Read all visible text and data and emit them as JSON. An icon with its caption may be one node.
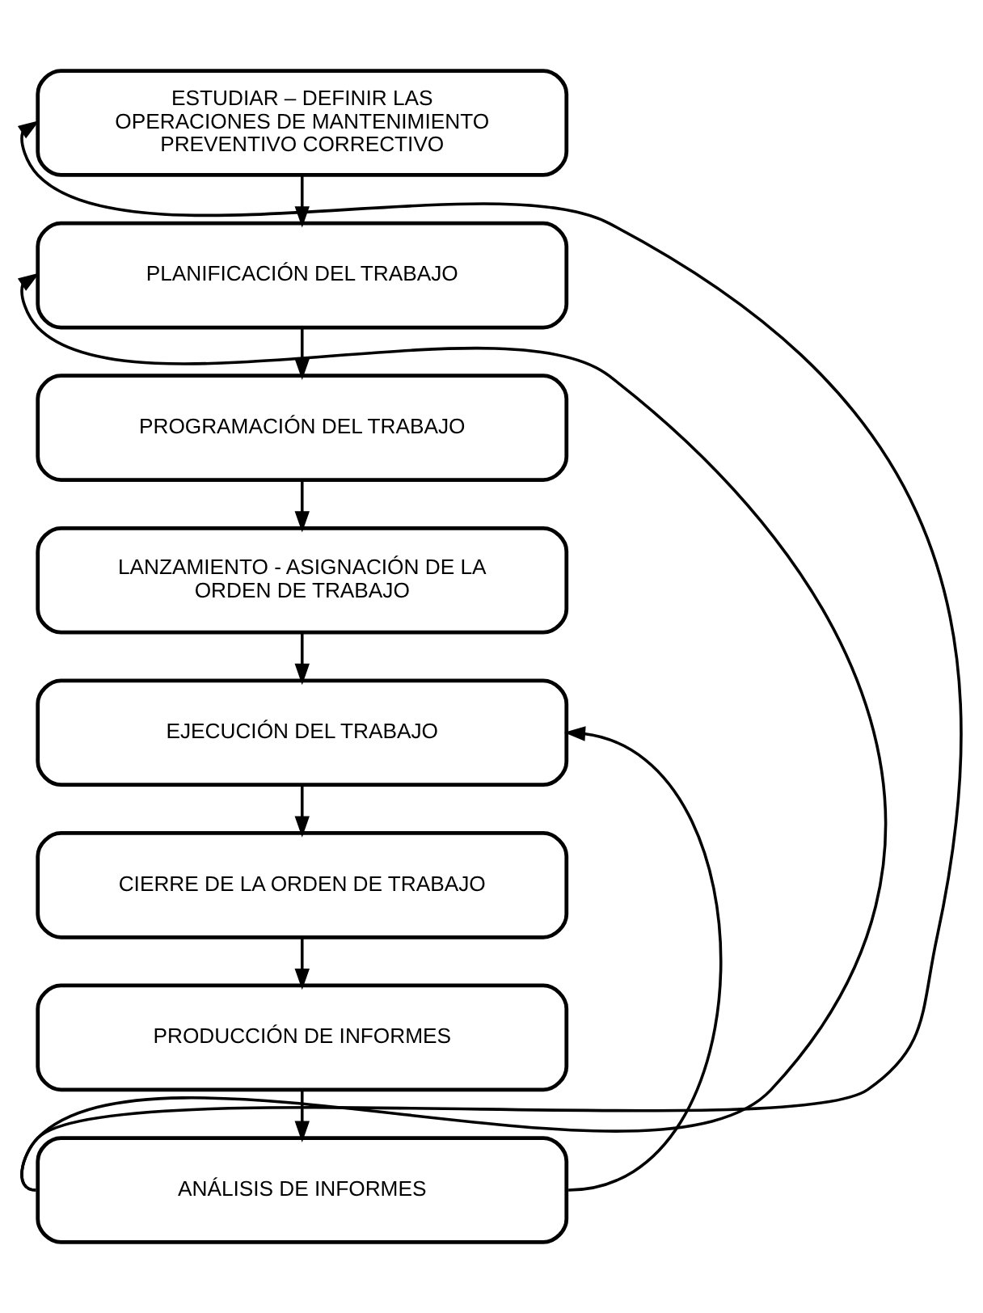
{
  "diagram": {
    "nodes": [
      {
        "text": [
          "ESTUDIAR – DEFINIR LAS OPERACIONES DE MANTENIMIENTO PREVENTIVO CORRECTIVO"
        ]
      },
      {
        "text": [
          "PLANIFICACIÓN DEL TRABAJO"
        ]
      },
      {
        "text": [
          "PROGRAMACIÓN DEL TRABAJO"
        ]
      },
      {
        "text": [
          "LANZAMIENTO - ASIGNACIÓN DE LA ORDEN DE TRABAJO"
        ]
      },
      {
        "text": [
          "EJECUCIÓN DEL TRABAJO"
        ]
      },
      {
        "text": [
          "CIERRE DE LA ORDEN DE TRABAJO"
        ]
      },
      {
        "text": [
          "PRODUCCIÓN DE INFORMES"
        ]
      },
      {
        "text": [
          "ANÁLISIS DE INFORMES"
        ]
      }
    ],
    "edges": [
      {
        "from": 0,
        "to": 1,
        "arrow": "to"
      },
      {
        "from": 1,
        "to": 2,
        "arrow": "to"
      },
      {
        "from": 2,
        "to": 3,
        "arrow": "to"
      },
      {
        "from": 3,
        "to": 4,
        "arrow": "to"
      },
      {
        "from": 4,
        "to": 5,
        "arrow": "to"
      },
      {
        "from": 5,
        "to": 6,
        "arrow": "to"
      },
      {
        "from": 6,
        "to": 7,
        "arrow": "to"
      },
      {
        "from": 7,
        "to": 0,
        "arrow": "to"
      },
      {
        "from": 7,
        "to": 1,
        "arrow": "to"
      },
      {
        "from": 7,
        "to": 4,
        "arrow": "to"
      }
    ]
  }
}
